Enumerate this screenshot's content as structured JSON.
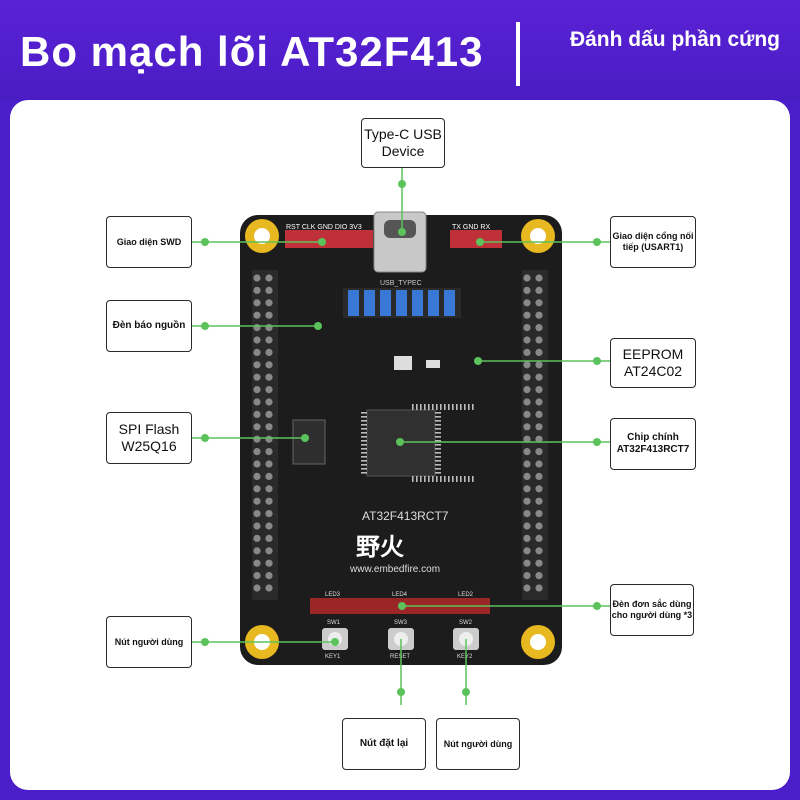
{
  "header": {
    "title": "Bo mạch lõi AT32F413",
    "subtitle": "Đánh dấu phần cứng"
  },
  "labels": {
    "type_c": "Type-C USB Device",
    "swd": "Giao diện SWD",
    "serial": "Giao diện cổng nối tiếp (USART1)",
    "power_led": "Đèn báo nguồn",
    "eeprom": "EEPROM AT24C02",
    "spi_flash": "SPI Flash W25Q16",
    "main_chip": "Chip chính AT32F413RCT7",
    "rgb_leds": "Đèn đơn sắc dùng cho người dùng *3",
    "user_button_left": "Nút người dùng",
    "reset_button": "Nút đặt lại",
    "user_button_right": "Nút người dùng"
  },
  "board": {
    "chip_name": "AT32F413RCT7",
    "brand": "野火",
    "website": "www.embedfire.com",
    "usb_label": "USB_TYPEC",
    "swd_pins": "RST CLK GND DIO 3V3",
    "uart_pins": "TX GND RX",
    "led_labels": [
      "LED3",
      "LED4",
      "LED2"
    ],
    "button_labels": [
      "KEY1",
      "RESET",
      "KEY2"
    ],
    "switch_labels": [
      "SW1",
      "SW3",
      "SW2"
    ]
  },
  "colors": {
    "header_bg": "#4a1fc9",
    "board": "#1c1c1c",
    "pin_red": "#d03030",
    "pin_blue": "#3a78d8",
    "dot_green": "#5cc25c",
    "mount_gold": "#e8b820"
  }
}
